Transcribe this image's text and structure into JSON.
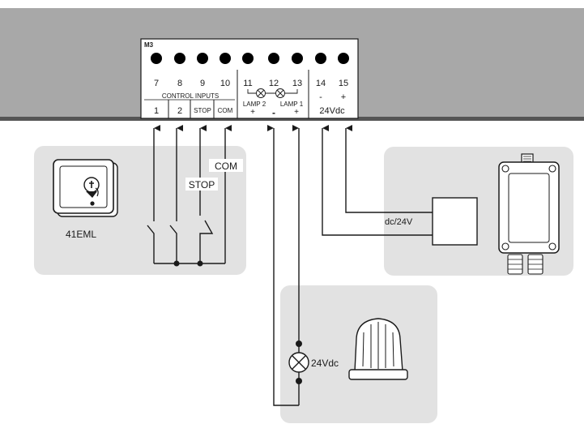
{
  "colors": {
    "board": "#a8a8a8",
    "board_edge": "#555555",
    "panel": "#e2e2e2",
    "ink": "#1a1a1a",
    "terminal_block": "#ffffff"
  },
  "terminal_block": {
    "name": "M3",
    "terminals": [
      "7",
      "8",
      "9",
      "10",
      "11",
      "12",
      "13",
      "14",
      "15"
    ],
    "control_inputs_label": "CONTROL INPUTS",
    "input_labels": [
      "1",
      "2",
      "STOP",
      "COM"
    ],
    "lamp2_label": "LAMP 2",
    "lamp1_label": "LAMP 1",
    "lamp_polarity": [
      "+",
      "-",
      "+"
    ],
    "power_polarity": [
      "-",
      "+"
    ],
    "power_label": "24Vdc"
  },
  "key_switch": {
    "label": "41EML",
    "icon": "key-switch-icon"
  },
  "wiring": {
    "stop_label": "STOP",
    "com_label": "COM"
  },
  "power_supply": {
    "label": "dc/24V",
    "icon": "enclosure-box-icon"
  },
  "lamp": {
    "label": "24Vdc",
    "icon": "flashing-lamp-icon"
  }
}
